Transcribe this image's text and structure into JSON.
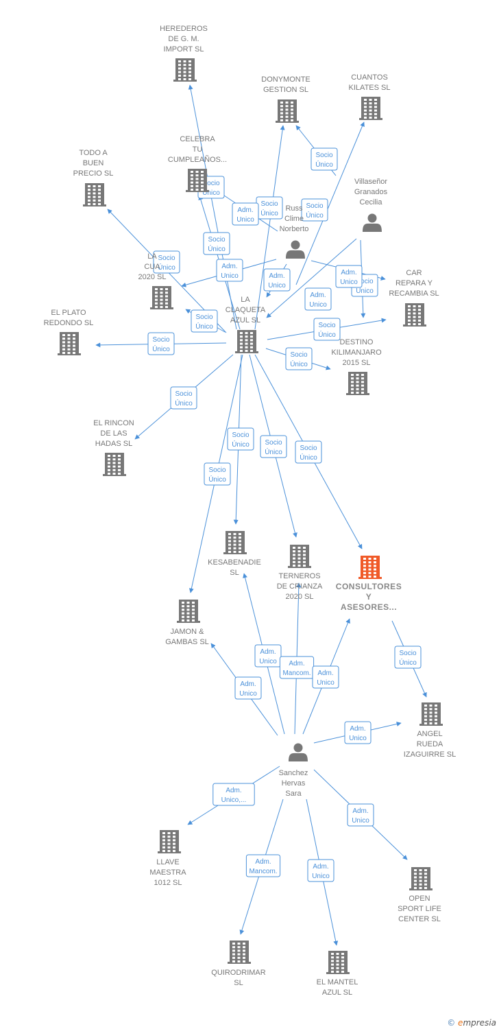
{
  "colors": {
    "company": "#777777",
    "focus": "#f05a28",
    "person": "#777777",
    "edge": "#4a90d9"
  },
  "nodes": [
    {
      "id": "herederos",
      "kind": "company",
      "lines": [
        "HEREDEROS",
        "DE G.  M.",
        "IMPORT SL"
      ]
    },
    {
      "id": "donymonte",
      "kind": "company",
      "lines": [
        "DONYMONTE",
        "GESTION SL"
      ]
    },
    {
      "id": "cuantos",
      "kind": "company",
      "lines": [
        "CUANTOS",
        "KILATES  SL"
      ]
    },
    {
      "id": "celebra",
      "kind": "company",
      "lines": [
        "CELEBRA",
        "TU",
        "CUMPLEAÑOS..."
      ]
    },
    {
      "id": "todo",
      "kind": "company",
      "lines": [
        "TODO A",
        "BUEN",
        "PRECIO  SL"
      ]
    },
    {
      "id": "lacua",
      "kind": "company",
      "lines": [
        "LA",
        "CUA",
        "2020  SL"
      ]
    },
    {
      "id": "claqueta",
      "kind": "company",
      "lines": [
        "LA",
        "CLAQUETA",
        "AZUL  SL"
      ]
    },
    {
      "id": "car",
      "kind": "company",
      "lines": [
        "CAR",
        "REPARA Y",
        "RECAMBIA  SL"
      ]
    },
    {
      "id": "destino",
      "kind": "company",
      "lines": [
        "DESTINO",
        "KILIMANJARO",
        "2015  SL"
      ]
    },
    {
      "id": "plato",
      "kind": "company",
      "lines": [
        "EL PLATO",
        "REDONDO  SL"
      ]
    },
    {
      "id": "rincon",
      "kind": "company",
      "lines": [
        "EL RINCON",
        "DE LAS",
        "HADAS  SL"
      ]
    },
    {
      "id": "kesabenadie",
      "kind": "company",
      "lines": [
        "KESABENADIE",
        "SL"
      ]
    },
    {
      "id": "terneros",
      "kind": "company",
      "lines": [
        "TERNEROS",
        "DE CRIANZA",
        "2020  SL"
      ]
    },
    {
      "id": "consultores",
      "kind": "focus",
      "lines": [
        "CONSULTORES",
        "Y",
        "ASESORES..."
      ]
    },
    {
      "id": "jamon",
      "kind": "company",
      "lines": [
        "JAMON &",
        "GAMBAS  SL"
      ]
    },
    {
      "id": "angel",
      "kind": "company",
      "lines": [
        "ANGEL",
        "RUEDA",
        "IZAGUIRRE  SL"
      ]
    },
    {
      "id": "llave",
      "kind": "company",
      "lines": [
        "LLAVE",
        "MAESTRA",
        "1012  SL"
      ]
    },
    {
      "id": "open",
      "kind": "company",
      "lines": [
        "OPEN",
        "SPORT LIFE",
        "CENTER SL"
      ]
    },
    {
      "id": "quirodrimar",
      "kind": "company",
      "lines": [
        "QUIRODRIMAR",
        "SL"
      ]
    },
    {
      "id": "mantel",
      "kind": "company",
      "lines": [
        "EL MANTEL",
        "AZUL  SL"
      ]
    },
    {
      "id": "villasenor",
      "kind": "person",
      "lines": [
        "Villaseñor",
        "Granados",
        "Cecilia"
      ]
    },
    {
      "id": "russ",
      "kind": "person",
      "lines": [
        "Russ",
        "Clime",
        "Norberto"
      ]
    },
    {
      "id": "sanchez",
      "kind": "person",
      "lines": [
        "Sanchez",
        "Hervas",
        "Sara"
      ]
    }
  ],
  "edges": [
    {
      "from": "claqueta",
      "to": "herederos",
      "label": "Socio Único"
    },
    {
      "from": "claqueta",
      "to": "donymonte",
      "label": "Socio Único"
    },
    {
      "from": "claqueta",
      "to": "cuantos",
      "label": "Socio Único"
    },
    {
      "from": "claqueta",
      "to": "celebra",
      "label": "Socio Único"
    },
    {
      "from": "claqueta",
      "to": "todo",
      "label": "Socio Único"
    },
    {
      "from": "claqueta",
      "to": "lacua",
      "label": "Socio Único"
    },
    {
      "from": "claqueta",
      "to": "car",
      "label": "Socio Único"
    },
    {
      "from": "claqueta",
      "to": "destino",
      "label": "Socio Único"
    },
    {
      "from": "claqueta",
      "to": "plato",
      "label": "Socio Único"
    },
    {
      "from": "claqueta",
      "to": "rincon",
      "label": "Socio Único"
    },
    {
      "from": "claqueta",
      "to": "kesabenadie",
      "label": "Socio Único"
    },
    {
      "from": "claqueta",
      "to": "terneros",
      "label": "Socio Único"
    },
    {
      "from": "claqueta",
      "to": "consultores",
      "label": "Socio Único"
    },
    {
      "from": "claqueta",
      "to": "jamon",
      "label": "Socio Único"
    },
    {
      "from": "villasenor",
      "to": "donymonte",
      "label": "Socio Único"
    },
    {
      "from": "villasenor",
      "to": "claqueta",
      "label": "Adm. Unico"
    },
    {
      "from": "villasenor",
      "to": "destino",
      "label": "Socio Único"
    },
    {
      "from": "russ",
      "to": "celebra",
      "label": "Adm. Unico"
    },
    {
      "from": "russ",
      "to": "lacua",
      "label": "Adm. Unico"
    },
    {
      "from": "russ",
      "to": "claqueta",
      "label": "Adm. Unico"
    },
    {
      "from": "russ",
      "to": "car",
      "label": "Adm. Unico"
    },
    {
      "from": "consultores",
      "to": "angel",
      "label": "Socio Único"
    },
    {
      "from": "sanchez",
      "to": "kesabenadie",
      "label": "Adm. Unico"
    },
    {
      "from": "sanchez",
      "to": "terneros",
      "label": "Adm. Mancom."
    },
    {
      "from": "sanchez",
      "to": "consultores",
      "label": "Adm. Unico"
    },
    {
      "from": "sanchez",
      "to": "jamon",
      "label": "Adm. Unico"
    },
    {
      "from": "sanchez",
      "to": "angel",
      "label": "Adm. Unico"
    },
    {
      "from": "sanchez",
      "to": "llave",
      "label": "Adm. Unico,..."
    },
    {
      "from": "sanchez",
      "to": "open",
      "label": "Adm. Unico"
    },
    {
      "from": "sanchez",
      "to": "quirodrimar",
      "label": "Adm. Mancom."
    },
    {
      "from": "sanchez",
      "to": "mantel",
      "label": "Adm. Unico"
    }
  ],
  "footer": {
    "symbol": "©",
    "brand_initial": "e",
    "brand_rest": "mpresia"
  }
}
